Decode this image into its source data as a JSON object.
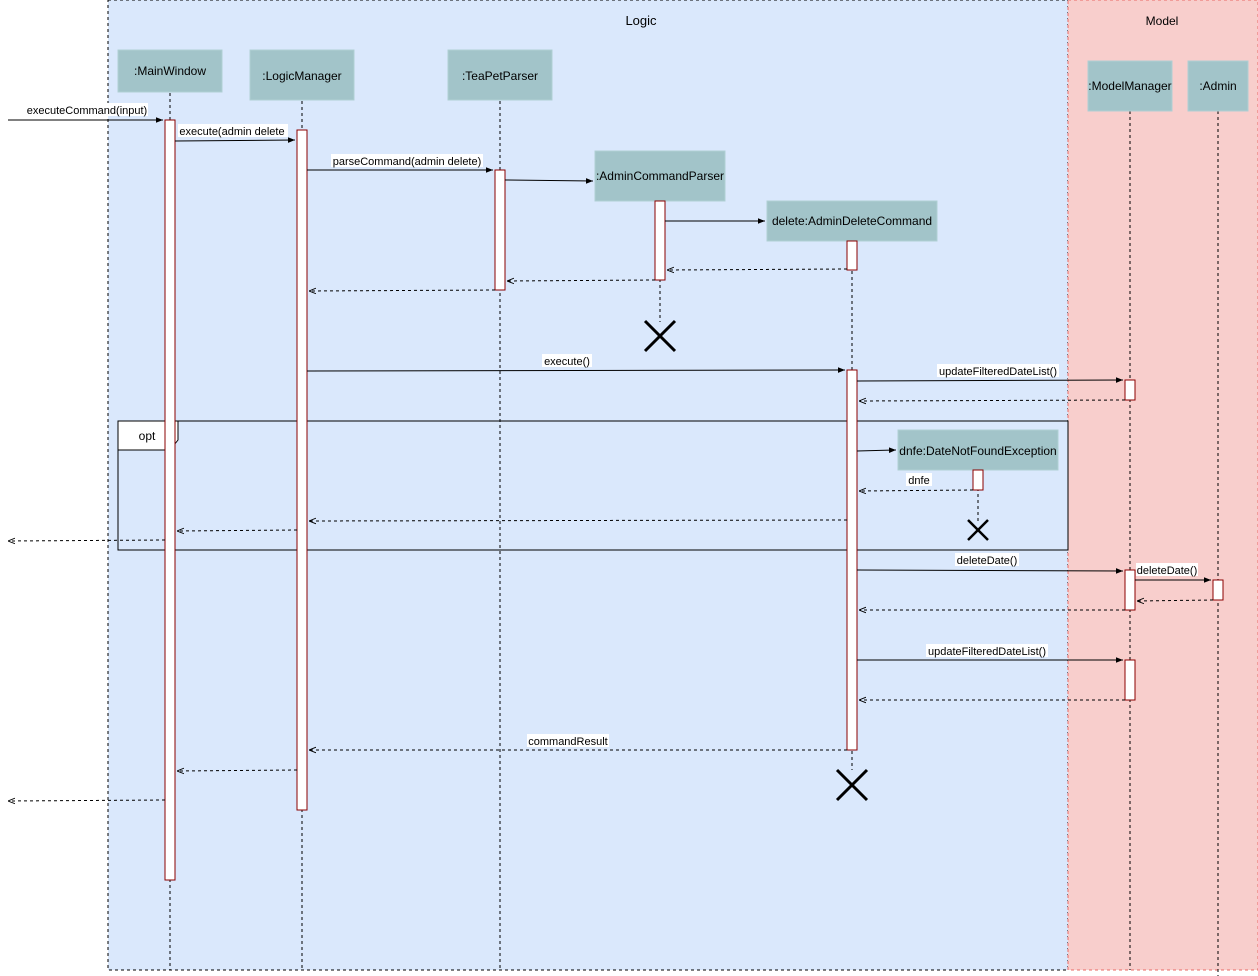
{
  "frames": {
    "logic": {
      "label": "Logic"
    },
    "model": {
      "label": "Model"
    }
  },
  "participants": [
    {
      "id": "mainwindow",
      "label": ":MainWindow"
    },
    {
      "id": "logicmanager",
      "label": ":LogicManager"
    },
    {
      "id": "teapetparser",
      "label": ":TeaPetParser"
    },
    {
      "id": "admincommandparser",
      "label": ":AdminCommandParser"
    },
    {
      "id": "admindeletecommand",
      "label": "delete:AdminDeleteCommand"
    },
    {
      "id": "datenotfoundexception",
      "label": "dnfe:DateNotFoundException"
    },
    {
      "id": "modelmanager",
      "label": ":ModelManager"
    },
    {
      "id": "admin",
      "label": ":Admin"
    }
  ],
  "opt_fragment": {
    "label": "opt"
  },
  "messages": [
    {
      "id": "execute-command",
      "label": "executeCommand(input)"
    },
    {
      "id": "execute-admin-delete",
      "label": "execute(admin delete"
    },
    {
      "id": "parse-command",
      "label": "parseCommand(admin delete)"
    },
    {
      "id": "execute",
      "label": "execute()"
    },
    {
      "id": "update-filtered-date-list-1",
      "label": "updateFilteredDateList()"
    },
    {
      "id": "dnfe-return",
      "label": "dnfe"
    },
    {
      "id": "delete-date",
      "label": "deleteDate()"
    },
    {
      "id": "admin-delete-date",
      "label": "deleteDate()"
    },
    {
      "id": "update-filtered-date-list-2",
      "label": "updateFilteredDateList()"
    },
    {
      "id": "command-result",
      "label": "commandResult"
    }
  ],
  "colors": {
    "logic_fill": "#dae8fc",
    "model_fill": "#f8cecc",
    "model_border": "#ea6b66",
    "participant_fill": "#a2c4c9",
    "activation_border": "#8b0000"
  }
}
